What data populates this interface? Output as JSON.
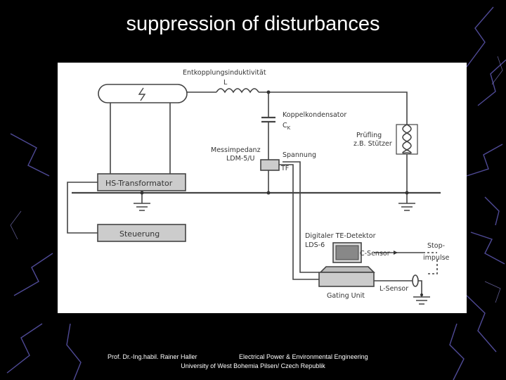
{
  "slide": {
    "title": "suppression of disturbances"
  },
  "diagram": {
    "labels": {
      "coupling_inductance": "Entkopplungsinduktivität",
      "inductance_symbol": "L",
      "coupling_capacitor": "Koppelkondensator",
      "capacitor_symbol": "C",
      "capacitor_subscript": "K",
      "test_object": "Prüfling",
      "test_object_example": "z.B. Stützer",
      "measuring_impedance": "Messimpedanz",
      "measuring_impedance_model": "LDM-5/U",
      "voltage": "Spannung",
      "tf": "TF",
      "hv_transformer": "HS-Transformator",
      "control": "Steuerung",
      "detector": "Digitaler TE-Detektor",
      "detector_model": "LDS-6",
      "c_sensor": "C-Sensor",
      "gating_unit": "Gating Unit",
      "l_sensor": "L-Sensor",
      "stop_pulse_line1": "Stop-",
      "stop_pulse_line2": "impulse"
    }
  },
  "footer": {
    "author": "Prof. Dr.-Ing.habil. Rainer Haller",
    "department": "Electrical Power & Environmental Engineering",
    "university": "University of West Bohemia Pilsen/ Czech Republik"
  }
}
